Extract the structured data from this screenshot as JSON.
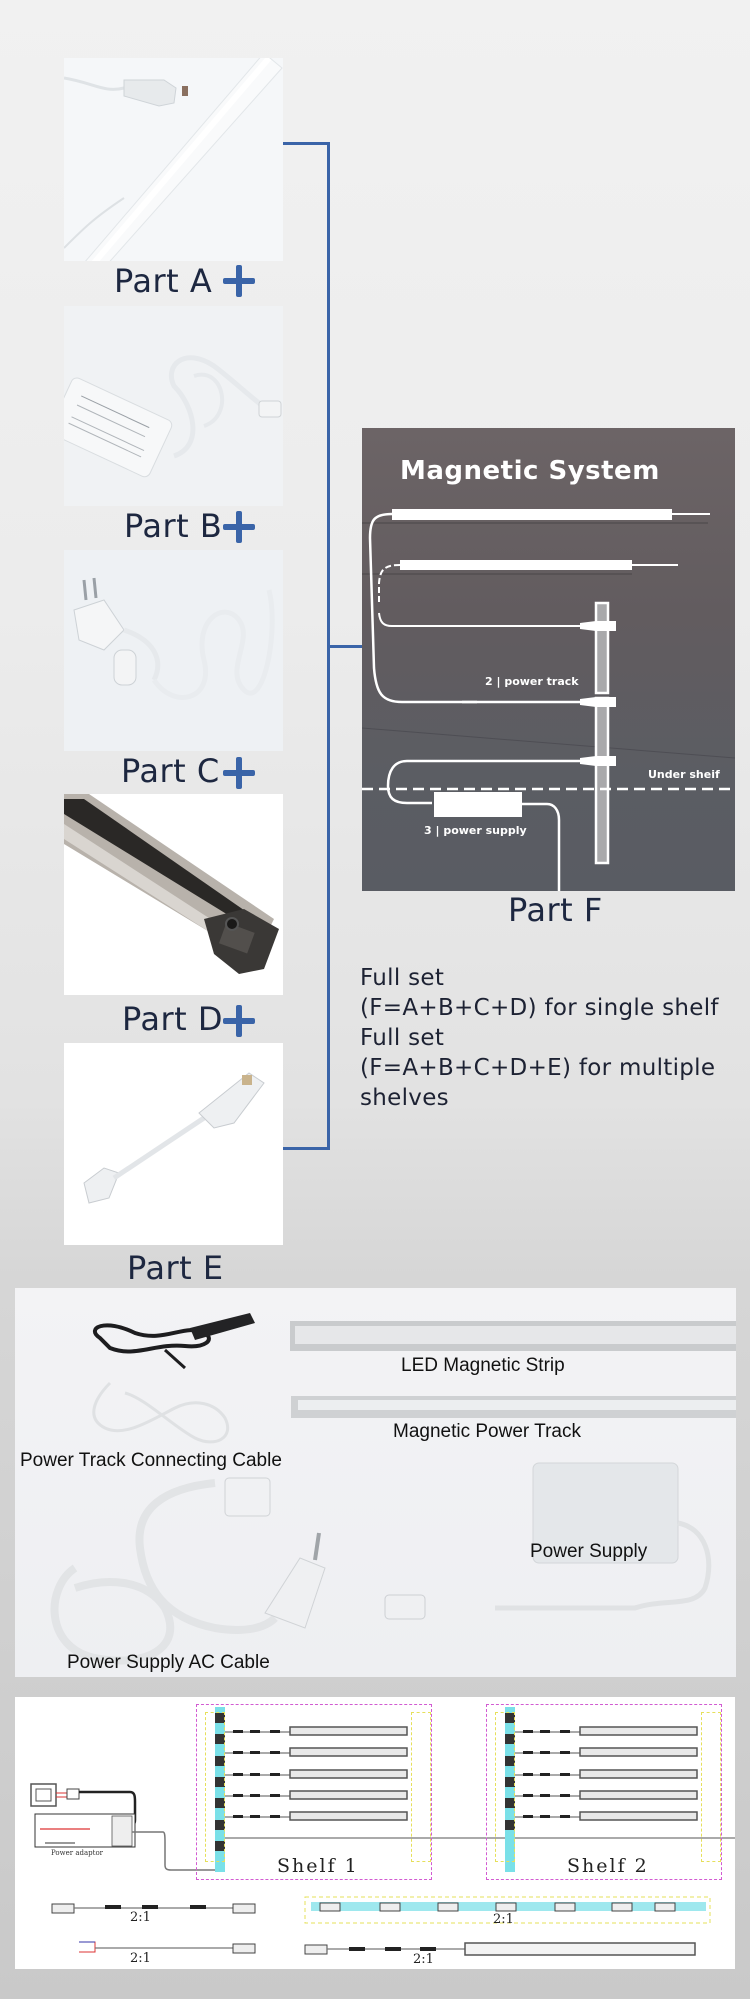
{
  "parts": [
    {
      "id": "A",
      "label": "Part A",
      "image": "led-magnetic-strip-photo",
      "has_plus": true
    },
    {
      "id": "B",
      "label": "Part B",
      "image": "power-supply-adapter-photo",
      "has_plus": true
    },
    {
      "id": "C",
      "label": "Part C",
      "image": "ac-power-cable-photo",
      "has_plus": true
    },
    {
      "id": "D",
      "label": "Part D",
      "image": "magnetic-power-track-photo",
      "has_plus": true
    },
    {
      "id": "E",
      "label": "Part E",
      "image": "power-track-connecting-cable-photo",
      "has_plus": false
    }
  ],
  "colors": {
    "accent_blue": "#3a64a8",
    "label_text": "#1d2740",
    "panel_dark": "#625c5f"
  },
  "magnetic_system": {
    "title": "Magnetic System",
    "power_track_label": "2 | power track",
    "under_shelf_label": "Under sheif",
    "power_supply_label": "3 | power supply",
    "caption": "Part F"
  },
  "description": {
    "lines": [
      "Full set",
      "(F=A+B+C+D) for single shelf",
      "Full set",
      "(F=A+B+C+D+E) for multiple",
      "shelves"
    ]
  },
  "components_photo": {
    "labels": {
      "led_strip": "LED Magnetic Strip",
      "power_track": "Magnetic Power Track",
      "connecting_cable": "Power Track Connecting Cable",
      "power_supply": "Power Supply",
      "ac_cable": "Power Supply AC Cable"
    }
  },
  "wiring_diagram": {
    "power_adaptor_label": "Power adaptor",
    "shelves": [
      "Shelf 1",
      "Shelf 2"
    ],
    "ratio_labels": [
      "2:1",
      "2:1",
      "2:1",
      "2:1"
    ]
  }
}
